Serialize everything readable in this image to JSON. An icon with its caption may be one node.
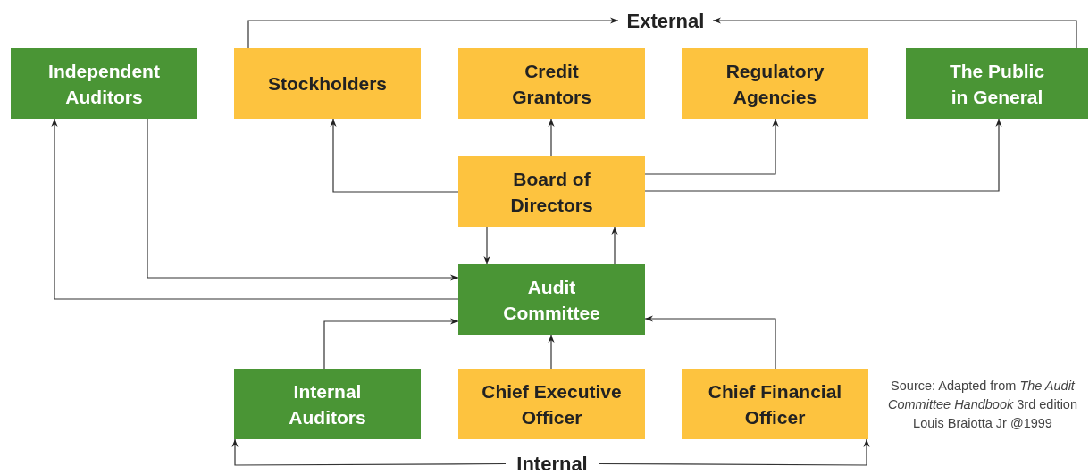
{
  "diagram": {
    "nodes": [
      {
        "text": [
          "External"
        ]
      },
      {
        "text": [
          "Independent Auditors"
        ]
      },
      {
        "text": [
          "Stockholders"
        ]
      },
      {
        "text": [
          "Credit Grantors"
        ]
      },
      {
        "text": [
          "Regulatory Agencies"
        ]
      },
      {
        "text": [
          "The Public in General"
        ]
      },
      {
        "text": [
          "Board of Directors"
        ]
      },
      {
        "text": [
          "Audit Committee"
        ]
      },
      {
        "text": [
          "Internal Auditors"
        ]
      },
      {
        "text": [
          "Chief Executive Officer"
        ]
      },
      {
        "text": [
          "Chief Financial Officer"
        ]
      },
      {
        "text": [
          "Internal"
        ]
      }
    ],
    "edges": [
      {
        "from": 2,
        "to": 0,
        "arrow": "to"
      },
      {
        "from": 5,
        "to": 0,
        "arrow": "to"
      },
      {
        "from": 6,
        "to": 2,
        "arrow": "to"
      },
      {
        "from": 6,
        "to": 3,
        "arrow": "to"
      },
      {
        "from": 6,
        "to": 4,
        "arrow": "to"
      },
      {
        "from": 6,
        "to": 5,
        "arrow": "to"
      },
      {
        "from": 6,
        "to": 7,
        "arrow": "to"
      },
      {
        "from": 7,
        "to": 6,
        "arrow": "to"
      },
      {
        "from": 1,
        "to": 7,
        "arrow": "to"
      },
      {
        "from": 7,
        "to": 1,
        "arrow": "to"
      },
      {
        "from": 8,
        "to": 7,
        "arrow": "to"
      },
      {
        "from": 9,
        "to": 7,
        "arrow": "to"
      },
      {
        "from": 10,
        "to": 7,
        "arrow": "to"
      },
      {
        "from": 11,
        "to": 8,
        "arrow": "to"
      },
      {
        "from": 11,
        "to": 10,
        "arrow": "to"
      }
    ],
    "labels": [
      "Source: Adapted from *The Audit Committee Handbook* 3rd edition Louis Braiotta Jr @1999"
    ]
  }
}
